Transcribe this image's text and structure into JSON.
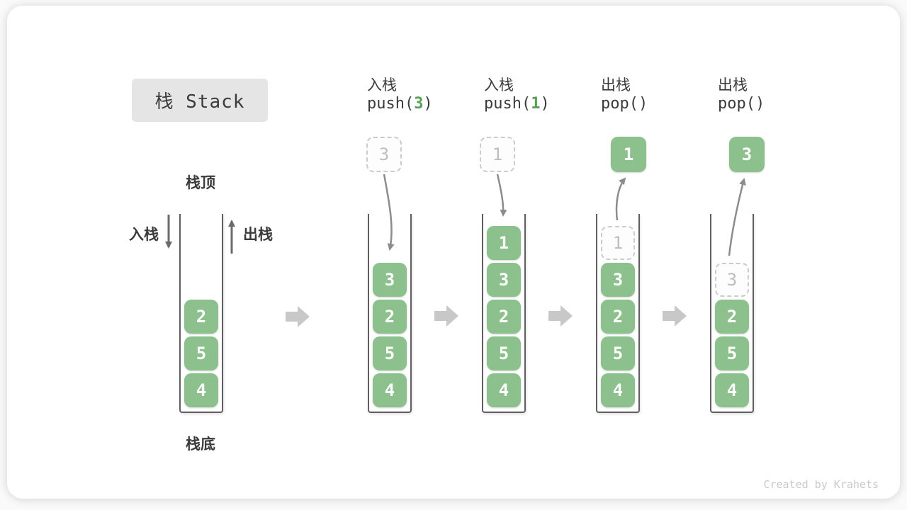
{
  "title": "栈 Stack",
  "labels": {
    "stack_top": "栈顶",
    "stack_bottom": "栈底",
    "push_side": "入栈",
    "pop_side": "出栈"
  },
  "watermark": "Created by Krahets",
  "colors": {
    "box_green": "#8cc08c",
    "code_arg_green": "#55a055",
    "dark_text": "#3b3b3b",
    "ghost_text": "#bdbdbd",
    "ghost_border": "#cccccc",
    "curved_arrow": "#8c8c8c",
    "direction_arrow": "#6b6b6b",
    "stage_arrow": "#c8c8c8",
    "title_bg": "#e5e5e5",
    "wall": "#5f5f5f",
    "watermark_gray": "#c9c9c9"
  },
  "stages": [
    {
      "name": "initial",
      "header": null,
      "floating": null,
      "cells": [
        {
          "value": "4",
          "variant": "solid"
        },
        {
          "value": "5",
          "variant": "solid"
        },
        {
          "value": "2",
          "variant": "solid"
        }
      ]
    },
    {
      "name": "push-3",
      "header": {
        "label": "入栈",
        "code_prefix": "push(",
        "code_arg": "3",
        "code_suffix": ")"
      },
      "floating": {
        "value": "3",
        "variant": "ghost"
      },
      "flow": "push",
      "cells": [
        {
          "value": "4",
          "variant": "solid"
        },
        {
          "value": "5",
          "variant": "solid"
        },
        {
          "value": "2",
          "variant": "solid"
        },
        {
          "value": "3",
          "variant": "solid"
        }
      ]
    },
    {
      "name": "push-1",
      "header": {
        "label": "入栈",
        "code_prefix": "push(",
        "code_arg": "1",
        "code_suffix": ")"
      },
      "floating": {
        "value": "1",
        "variant": "ghost"
      },
      "flow": "push",
      "cells": [
        {
          "value": "4",
          "variant": "solid"
        },
        {
          "value": "5",
          "variant": "solid"
        },
        {
          "value": "2",
          "variant": "solid"
        },
        {
          "value": "3",
          "variant": "solid"
        },
        {
          "value": "1",
          "variant": "solid"
        }
      ]
    },
    {
      "name": "pop-1",
      "header": {
        "label": "出栈",
        "code_prefix": "pop()",
        "code_arg": "",
        "code_suffix": ""
      },
      "floating": {
        "value": "1",
        "variant": "solid"
      },
      "flow": "pop",
      "cells": [
        {
          "value": "4",
          "variant": "solid"
        },
        {
          "value": "5",
          "variant": "solid"
        },
        {
          "value": "2",
          "variant": "solid"
        },
        {
          "value": "3",
          "variant": "solid"
        },
        {
          "value": "1",
          "variant": "ghost"
        }
      ]
    },
    {
      "name": "pop-3",
      "header": {
        "label": "出栈",
        "code_prefix": "pop()",
        "code_arg": "",
        "code_suffix": ""
      },
      "floating": {
        "value": "3",
        "variant": "solid"
      },
      "flow": "pop",
      "cells": [
        {
          "value": "4",
          "variant": "solid"
        },
        {
          "value": "5",
          "variant": "solid"
        },
        {
          "value": "2",
          "variant": "solid"
        },
        {
          "value": "3",
          "variant": "ghost"
        }
      ]
    }
  ]
}
